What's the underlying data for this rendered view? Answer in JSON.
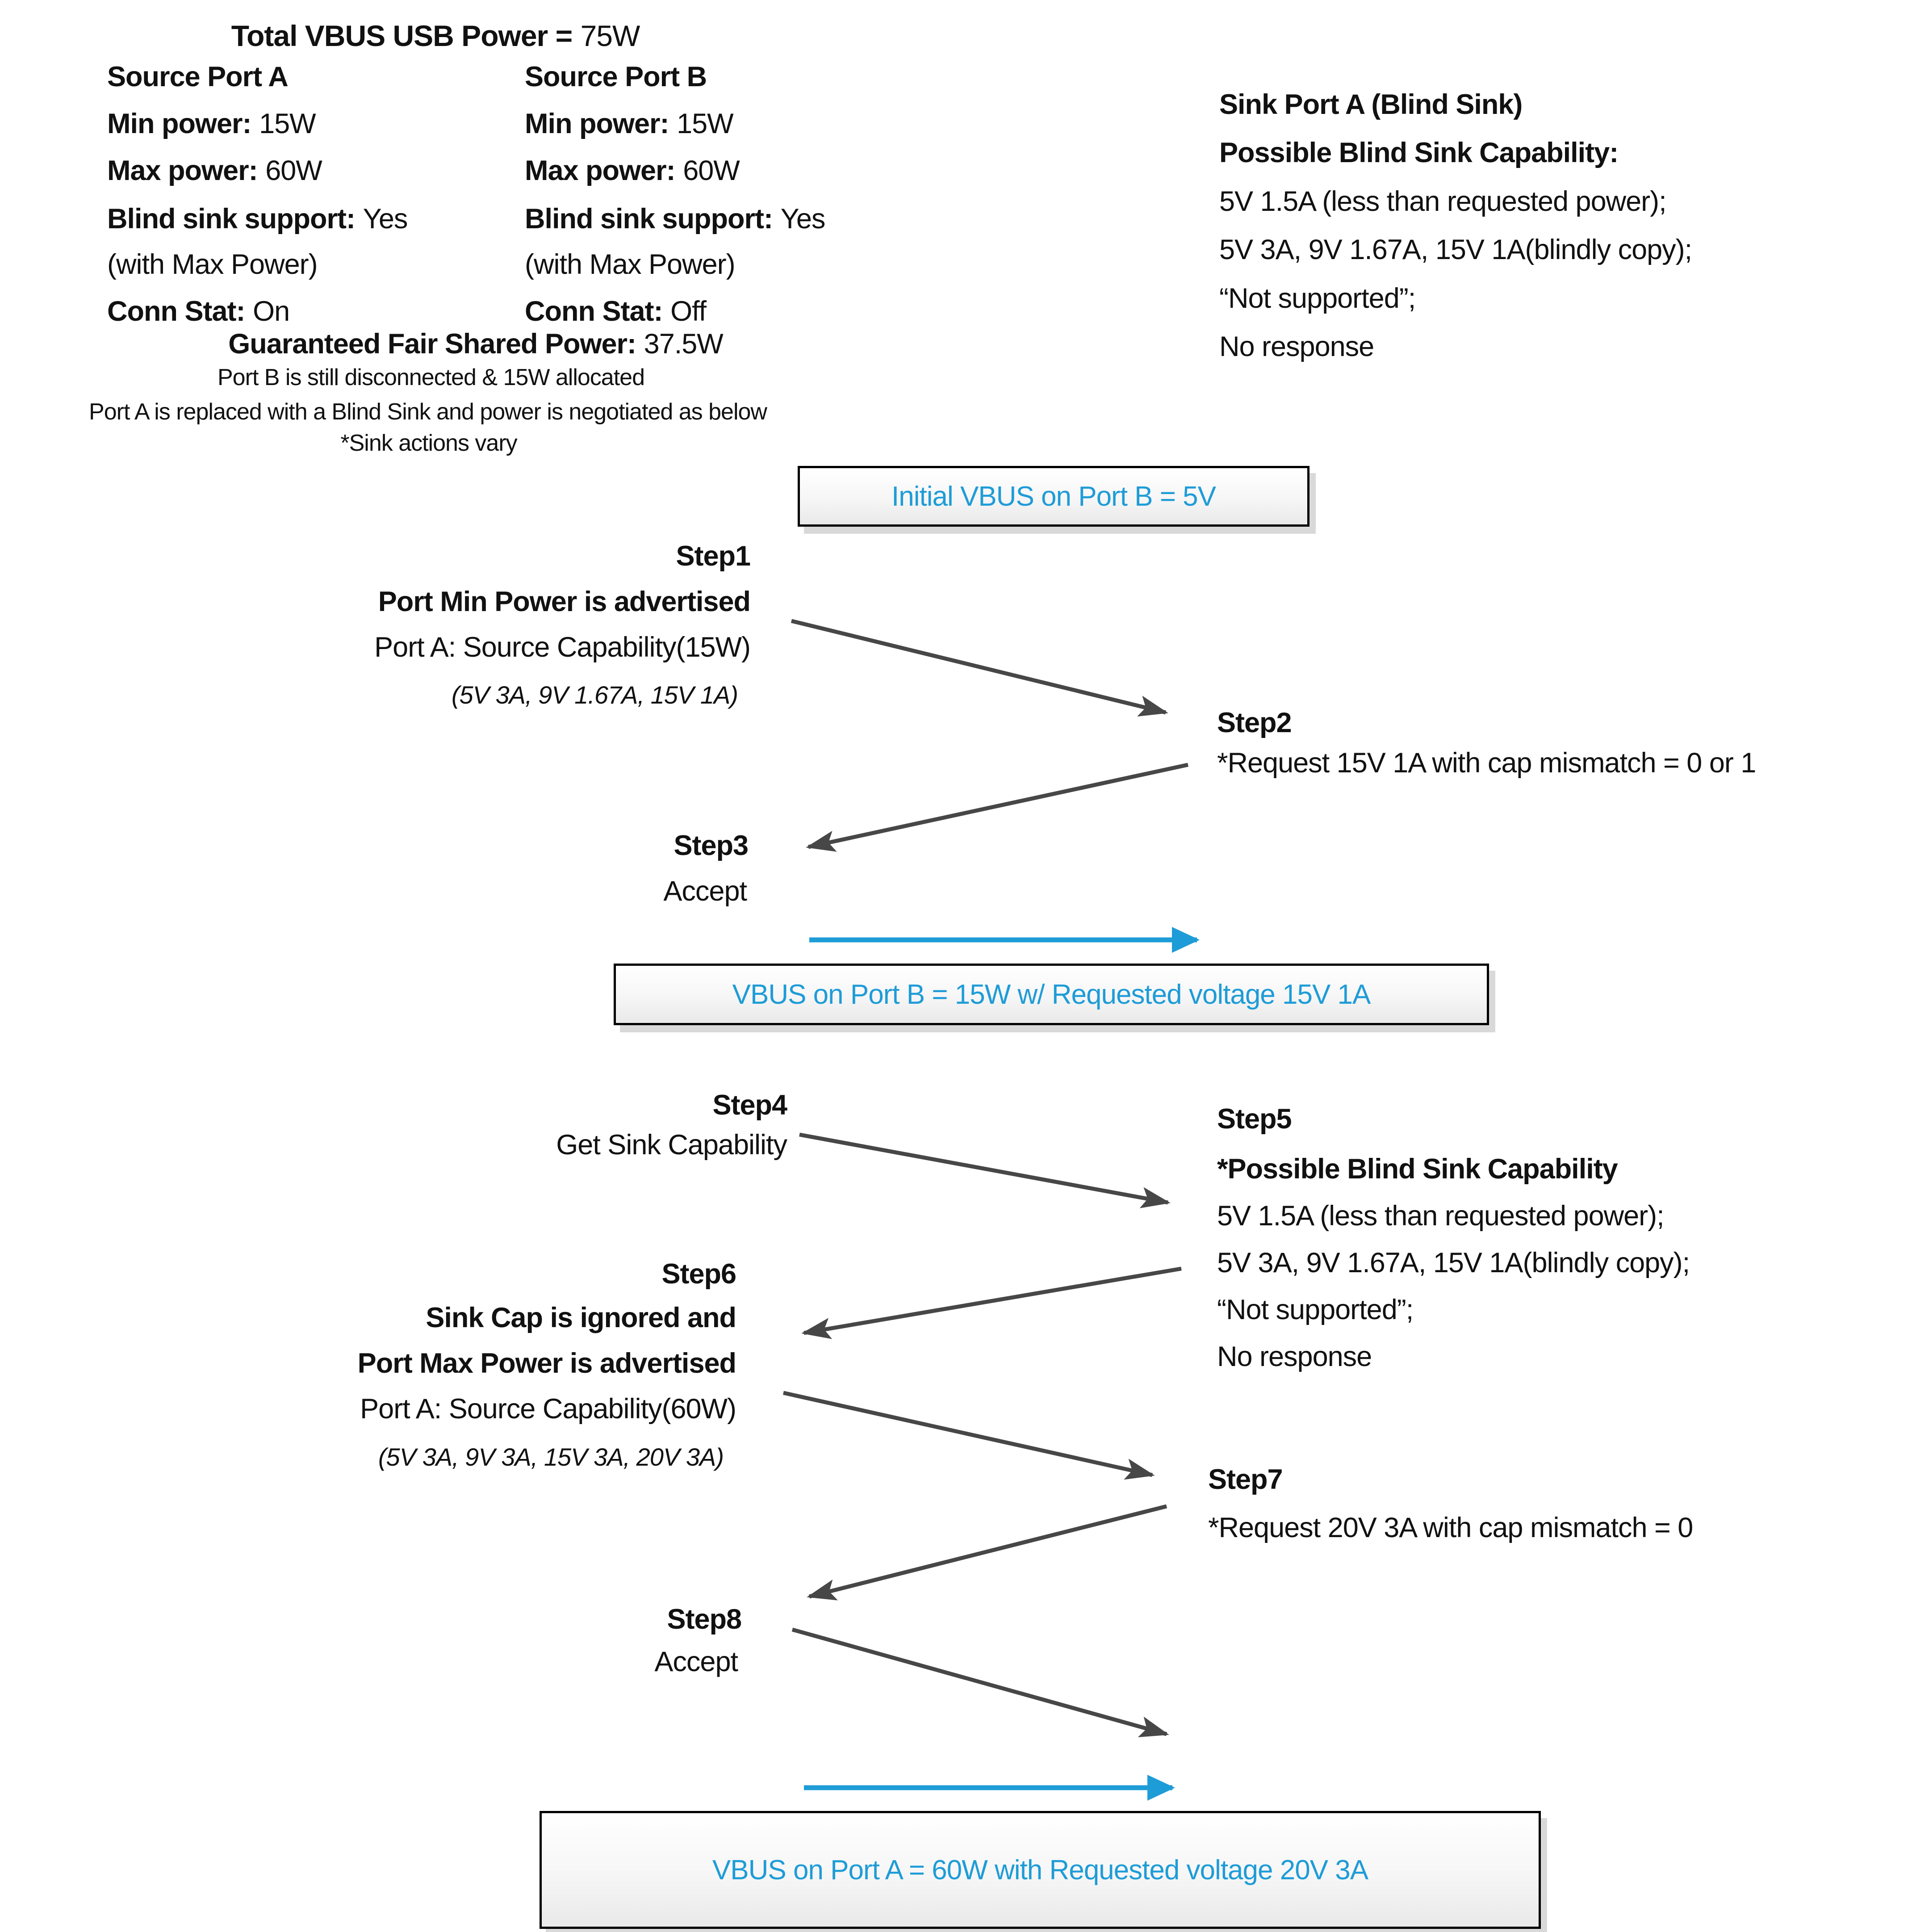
{
  "colors": {
    "accent_blue": "#1E9CD7",
    "arrow_gray": "#474747"
  },
  "header": {
    "title": {
      "label": "Total VBUS USB Power =",
      "value": "75W"
    },
    "source_port_a": {
      "title": "Source Port A",
      "min_power_label": "Min power:",
      "min_power_value": "15W",
      "max_power_label": "Max power:",
      "max_power_value": "60W",
      "blind_label": "Blind sink support:",
      "blind_value": "Yes",
      "blind_note": "(with Max Power)",
      "conn_label": "Conn Stat:",
      "conn_value": "On"
    },
    "source_port_b": {
      "title": "Source Port B",
      "min_power_label": "Min power:",
      "min_power_value": "15W",
      "max_power_label": "Max power:",
      "max_power_value": "60W",
      "blind_label": "Blind sink support:",
      "blind_value": "Yes",
      "blind_note": "(with Max Power)",
      "conn_label": "Conn Stat:",
      "conn_value": "Off"
    },
    "sink_port_a": {
      "title": "Sink Port A (Blind Sink)",
      "subtitle": "Possible Blind Sink Capability:",
      "lines": [
        "5V 1.5A (less than requested power);",
        "5V 3A, 9V 1.67A, 15V 1A(blindly copy);",
        "“Not supported”;",
        "No response"
      ]
    },
    "shared_power": {
      "label": "Guaranteed Fair Shared Power:",
      "value": "37.5W"
    },
    "notes": [
      "Port B is still disconnected & 15W allocated",
      "Port A is replaced with a Blind Sink and power is negotiated as below",
      "*Sink actions vary"
    ]
  },
  "banners": {
    "initial": "Initial VBUS on Port B = 5V",
    "mid": "VBUS on Port B = 15W w/ Requested voltage 15V 1A",
    "final": "VBUS on Port A = 60W with Requested voltage 20V 3A"
  },
  "steps": {
    "step1": {
      "title": "Step1",
      "line1": "Port Min Power is advertised",
      "line2": "Port A: Source Capability(15W)",
      "line3": "(5V 3A, 9V 1.67A, 15V 1A)"
    },
    "step2": {
      "title": "Step2",
      "line1": "*Request 15V 1A with cap mismatch = 0 or 1"
    },
    "step3": {
      "title": "Step3",
      "line1": "Accept"
    },
    "step4": {
      "title": "Step4",
      "line1": "Get Sink Capability"
    },
    "step5": {
      "title": "Step5",
      "line1": "*Possible Blind Sink Capability",
      "lines": [
        "5V 1.5A (less than requested power);",
        "5V 3A, 9V 1.67A, 15V 1A(blindly copy);",
        "“Not supported”;",
        "No response"
      ]
    },
    "step6": {
      "title": "Step6",
      "line1": "Sink Cap is ignored and",
      "line2": "Port Max Power is advertised",
      "line3": "Port A: Source Capability(60W)",
      "line4": "(5V 3A, 9V 3A, 15V 3A, 20V 3A)"
    },
    "step7": {
      "title": "Step7",
      "line1": "*Request 20V 3A with cap mismatch = 0"
    },
    "step8": {
      "title": "Step8",
      "line1": "Accept"
    }
  }
}
